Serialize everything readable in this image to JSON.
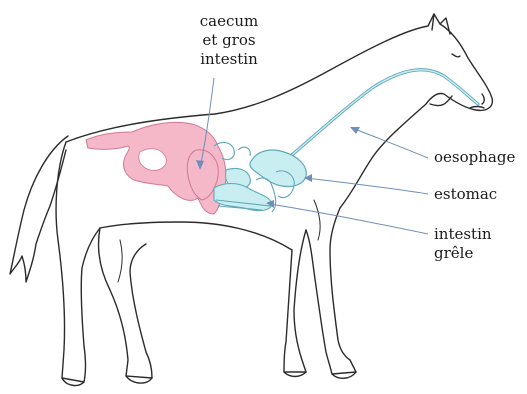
{
  "labels": {
    "caecum": [
      "caecum",
      "et gros",
      "intestin"
    ],
    "oesophage": "oesophage",
    "estomac": "estomac",
    "intestin_grele": [
      "intestin",
      "grêle"
    ]
  },
  "colors": {
    "outline": "#2b2b2b",
    "large_intestine_fill": "#f4b8c8",
    "large_intestine_stroke": "#d07a93",
    "small_intestine_fill": "#c9eef2",
    "small_intestine_stroke": "#5fa8b8",
    "pointer": "#6f8fb8"
  }
}
